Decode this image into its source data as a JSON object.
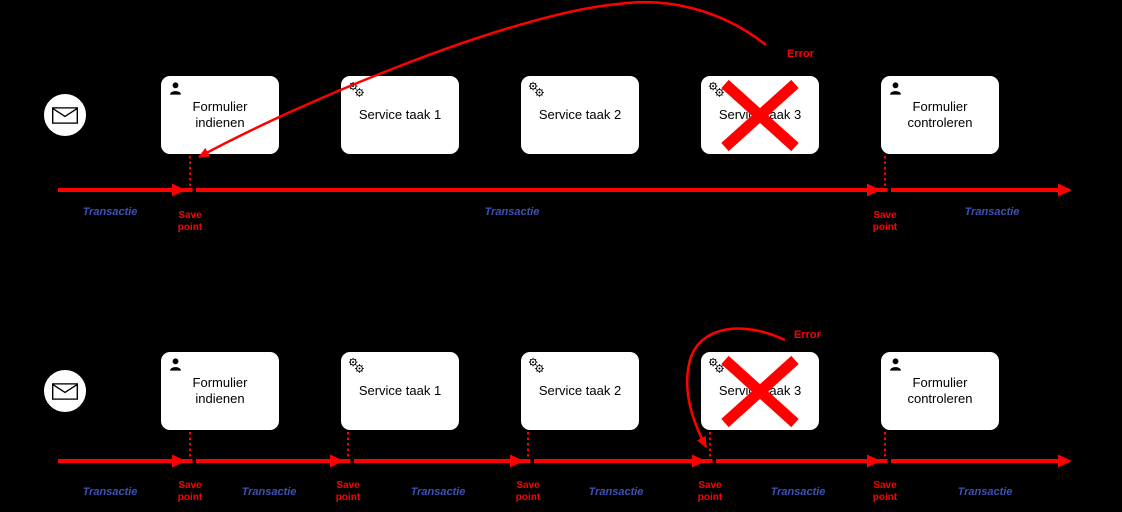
{
  "colors": {
    "background": "#000000",
    "task_fill": "#ffffff",
    "task_border": "#000000",
    "flow_color": "#ff0000",
    "transactie_color": "#3f51b5",
    "save_point_color": "#ff0000",
    "error_color": "#ff0000"
  },
  "top": {
    "start_event_icon": "envelope-icon",
    "tasks": [
      {
        "label": "Formulier indienen",
        "icon": "user-icon",
        "crossed": false
      },
      {
        "label": "Service taak 1",
        "icon": "gears-icon",
        "crossed": false
      },
      {
        "label": "Service taak 2",
        "icon": "gears-icon",
        "crossed": false
      },
      {
        "label": "Service taak 3",
        "icon": "gears-icon",
        "crossed": true
      },
      {
        "label": "Formulier controleren",
        "icon": "user-icon",
        "crossed": false
      }
    ],
    "transactie_labels": [
      "Transactie",
      "Transactie",
      "Transactie"
    ],
    "save_point_labels": [
      "Save point",
      "Save point"
    ],
    "error_label": "Error"
  },
  "bottom": {
    "start_event_icon": "envelope-icon",
    "tasks": [
      {
        "label": "Formulier indienen",
        "icon": "user-icon",
        "crossed": false
      },
      {
        "label": "Service taak 1",
        "icon": "gears-icon",
        "crossed": false
      },
      {
        "label": "Service taak 2",
        "icon": "gears-icon",
        "crossed": false
      },
      {
        "label": "Service taak 3",
        "icon": "gears-icon",
        "crossed": true
      },
      {
        "label": "Formulier controleren",
        "icon": "user-icon",
        "crossed": false
      }
    ],
    "transactie_labels": [
      "Transactie",
      "Transactie",
      "Transactie",
      "Transactie",
      "Transactie",
      "Transactie"
    ],
    "save_point_labels": [
      "Save point",
      "Save point",
      "Save point",
      "Save point",
      "Save point"
    ],
    "error_label": "Error"
  }
}
